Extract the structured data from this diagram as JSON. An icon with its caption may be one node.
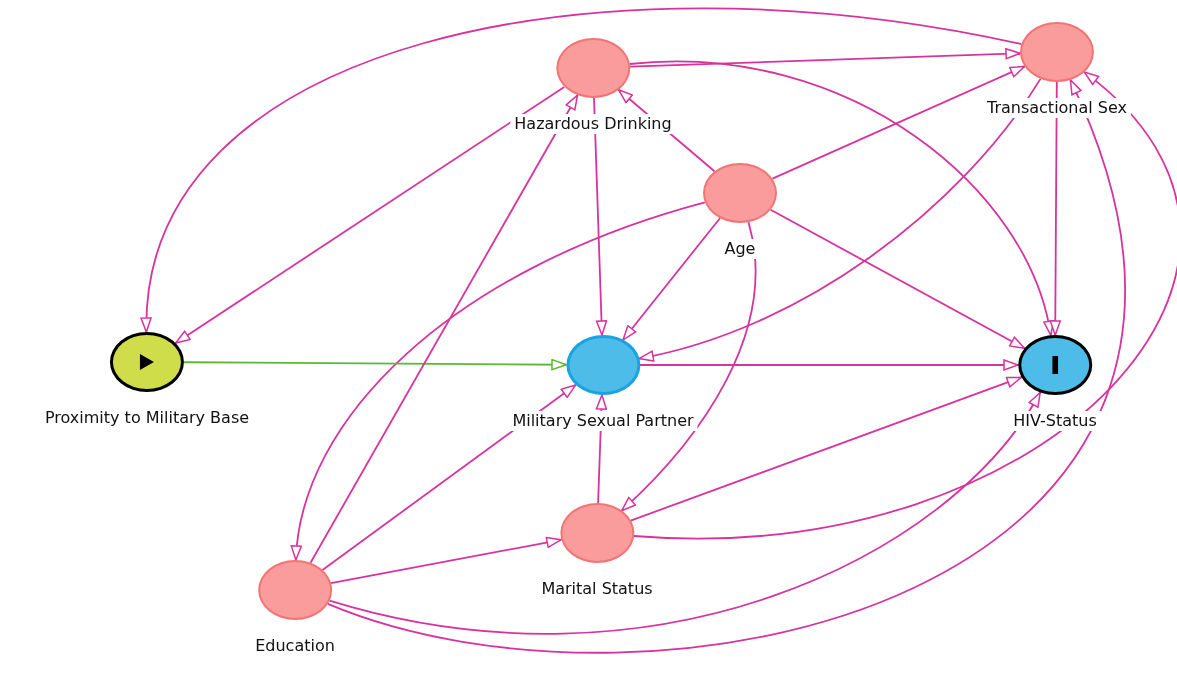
{
  "diagram": {
    "nodes": [
      {
        "text": [
          "Hazardous Drinking"
        ]
      },
      {
        "text": [
          "Transactional Sex"
        ]
      },
      {
        "text": [
          "Age"
        ]
      },
      {
        "text": [
          "Proximity to Military Base"
        ]
      },
      {
        "text": [
          "Military Sexual Partner"
        ]
      },
      {
        "text": [
          "HIV-Status"
        ]
      },
      {
        "text": [
          "Marital Status"
        ]
      },
      {
        "text": [
          "Education"
        ]
      }
    ],
    "edges": [
      {
        "from": 0,
        "to": 1,
        "arrow": "to"
      },
      {
        "from": 0,
        "to": 5,
        "arrow": "to"
      },
      {
        "from": 0,
        "to": 3,
        "arrow": "to"
      },
      {
        "from": 0,
        "to": 4,
        "arrow": "to"
      },
      {
        "from": 1,
        "to": 3,
        "arrow": "to"
      },
      {
        "from": 1,
        "to": 4,
        "arrow": "to"
      },
      {
        "from": 1,
        "to": 5,
        "arrow": "to"
      },
      {
        "from": 2,
        "to": 0,
        "arrow": "to"
      },
      {
        "from": 2,
        "to": 1,
        "arrow": "to"
      },
      {
        "from": 2,
        "to": 4,
        "arrow": "to"
      },
      {
        "from": 2,
        "to": 5,
        "arrow": "to"
      },
      {
        "from": 2,
        "to": 7,
        "arrow": "to"
      },
      {
        "from": 2,
        "to": 6,
        "arrow": "to"
      },
      {
        "from": 3,
        "to": 4,
        "arrow": "to",
        "color": "#5cb82e"
      },
      {
        "from": 4,
        "to": 5,
        "arrow": "to"
      },
      {
        "from": 6,
        "to": 4,
        "arrow": "to"
      },
      {
        "from": 6,
        "to": 5,
        "arrow": "to"
      },
      {
        "from": 6,
        "to": 1,
        "arrow": "to"
      },
      {
        "from": 7,
        "to": 0,
        "arrow": "to"
      },
      {
        "from": 7,
        "to": 4,
        "arrow": "to"
      },
      {
        "from": 7,
        "to": 6,
        "arrow": "to"
      },
      {
        "from": 7,
        "to": 5,
        "arrow": "to"
      },
      {
        "from": 7,
        "to": 1,
        "arrow": "to"
      }
    ]
  }
}
